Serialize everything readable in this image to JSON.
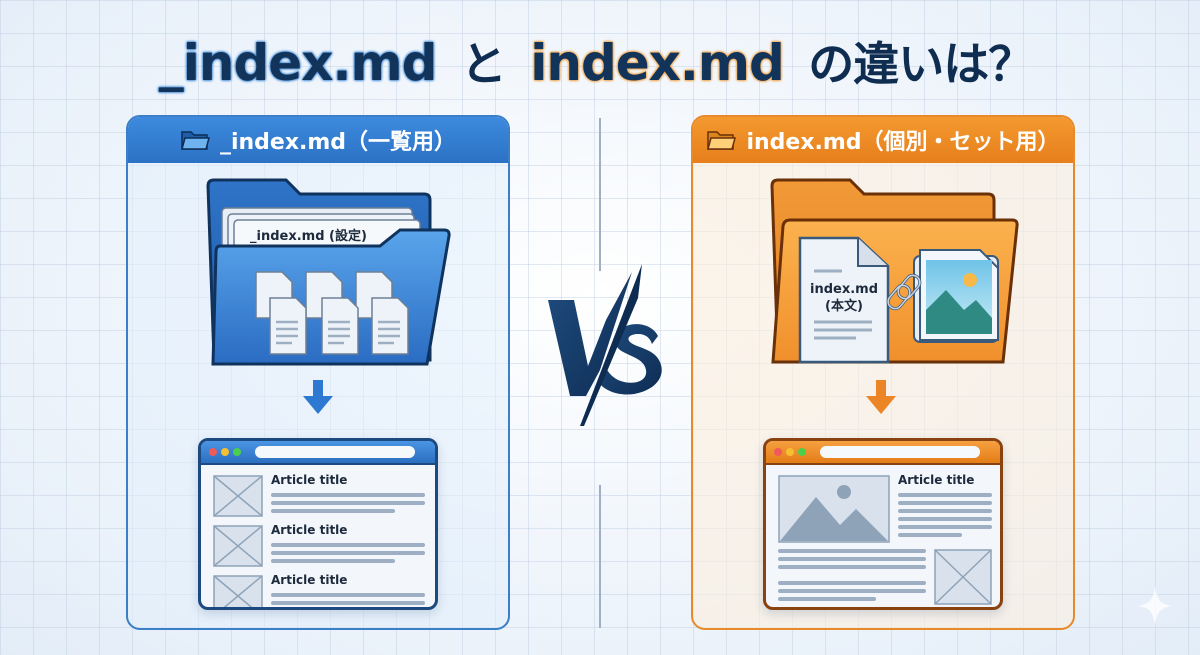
{
  "title": {
    "part1": "_index.md",
    "part2": "と",
    "part3": "index.md",
    "part4": "の違いは？"
  },
  "left_panel": {
    "header": "_index.md（一覧用）",
    "icon": "folder-icon",
    "folder_label": "_index.md (設定)",
    "folder_docs_count": 6,
    "browser": {
      "articles": [
        {
          "title": "Article title"
        },
        {
          "title": "Article title"
        },
        {
          "title": "Article title"
        }
      ]
    },
    "colors": {
      "accent": "#2c72c4",
      "border": "#3a7fc8",
      "dark": "#1c4a80"
    }
  },
  "right_panel": {
    "header": "index.md（個別・セット用）",
    "icon": "folder-icon",
    "doc_label_line1": "index.md",
    "doc_label_line2": "(本文)",
    "link_icon": "chain-link-icon",
    "image_icon": "image-file-icon",
    "browser": {
      "article_title": "Article title"
    },
    "colors": {
      "accent": "#e67f1c",
      "border": "#e88a2a",
      "dark": "#8a4210"
    }
  },
  "vs_label": "VS",
  "browser_dots": [
    "#f05a5a",
    "#f5c030",
    "#4ccf4c"
  ]
}
